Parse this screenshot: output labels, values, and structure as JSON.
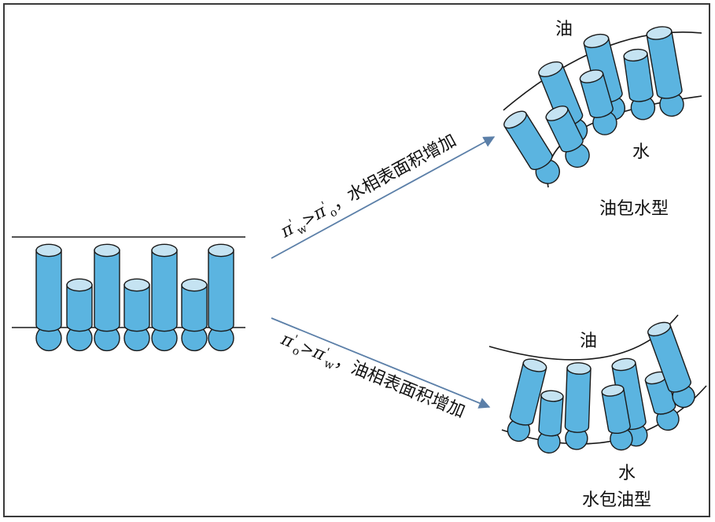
{
  "colors": {
    "cylinder_body": "#5bb4e0",
    "cylinder_top": "#c5e3f2",
    "head": "#5bb4e0",
    "outline": "#1a1a1a",
    "arrow": "#5b7fa8"
  },
  "top_result": {
    "oil_label": "油",
    "water_label": "水",
    "type_label": "油包水型"
  },
  "bottom_result": {
    "oil_label": "油",
    "water_label": "水",
    "type_label": "水包油型"
  },
  "upper_arrow": {
    "pi": "π",
    "prime": "'",
    "sub_w": "w",
    "gt": ">",
    "sub_o": "o",
    "text": "，水相表面积增加"
  },
  "lower_arrow": {
    "pi": "π",
    "prime": "'",
    "sub_o": "o",
    "gt": ">",
    "sub_w": "w",
    "text": "，油相表面积增加"
  }
}
